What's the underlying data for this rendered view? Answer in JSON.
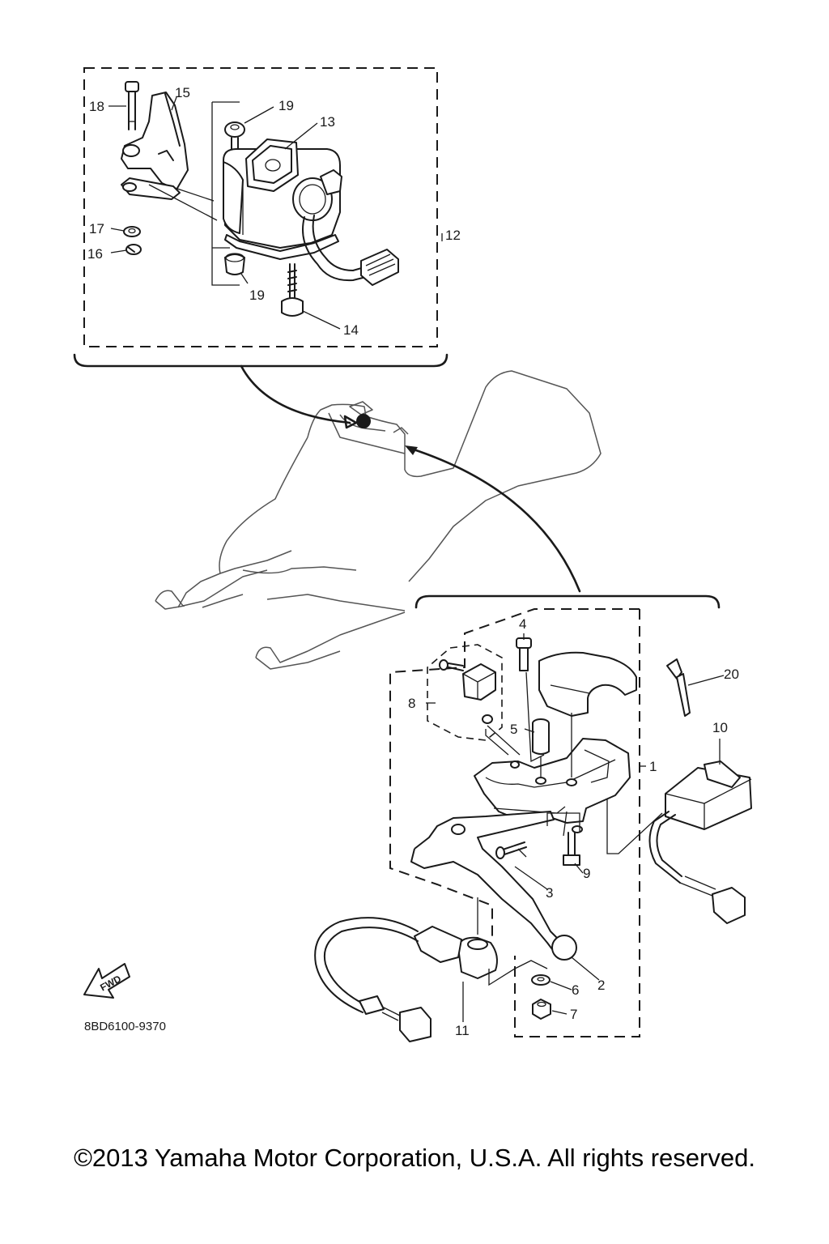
{
  "diagram": {
    "callouts": [
      "1",
      "2",
      "3",
      "4",
      "5",
      "6",
      "7",
      "8",
      "9",
      "10",
      "11",
      "12",
      "13",
      "14",
      "15",
      "16",
      "17",
      "18",
      "19",
      "19",
      "20"
    ],
    "drawing_code": "8BD6100-9370",
    "fwd_label": "FWD"
  },
  "footer": {
    "copyright": "©2013 Yamaha Motor Corporation, U.S.A. All rights reserved."
  }
}
